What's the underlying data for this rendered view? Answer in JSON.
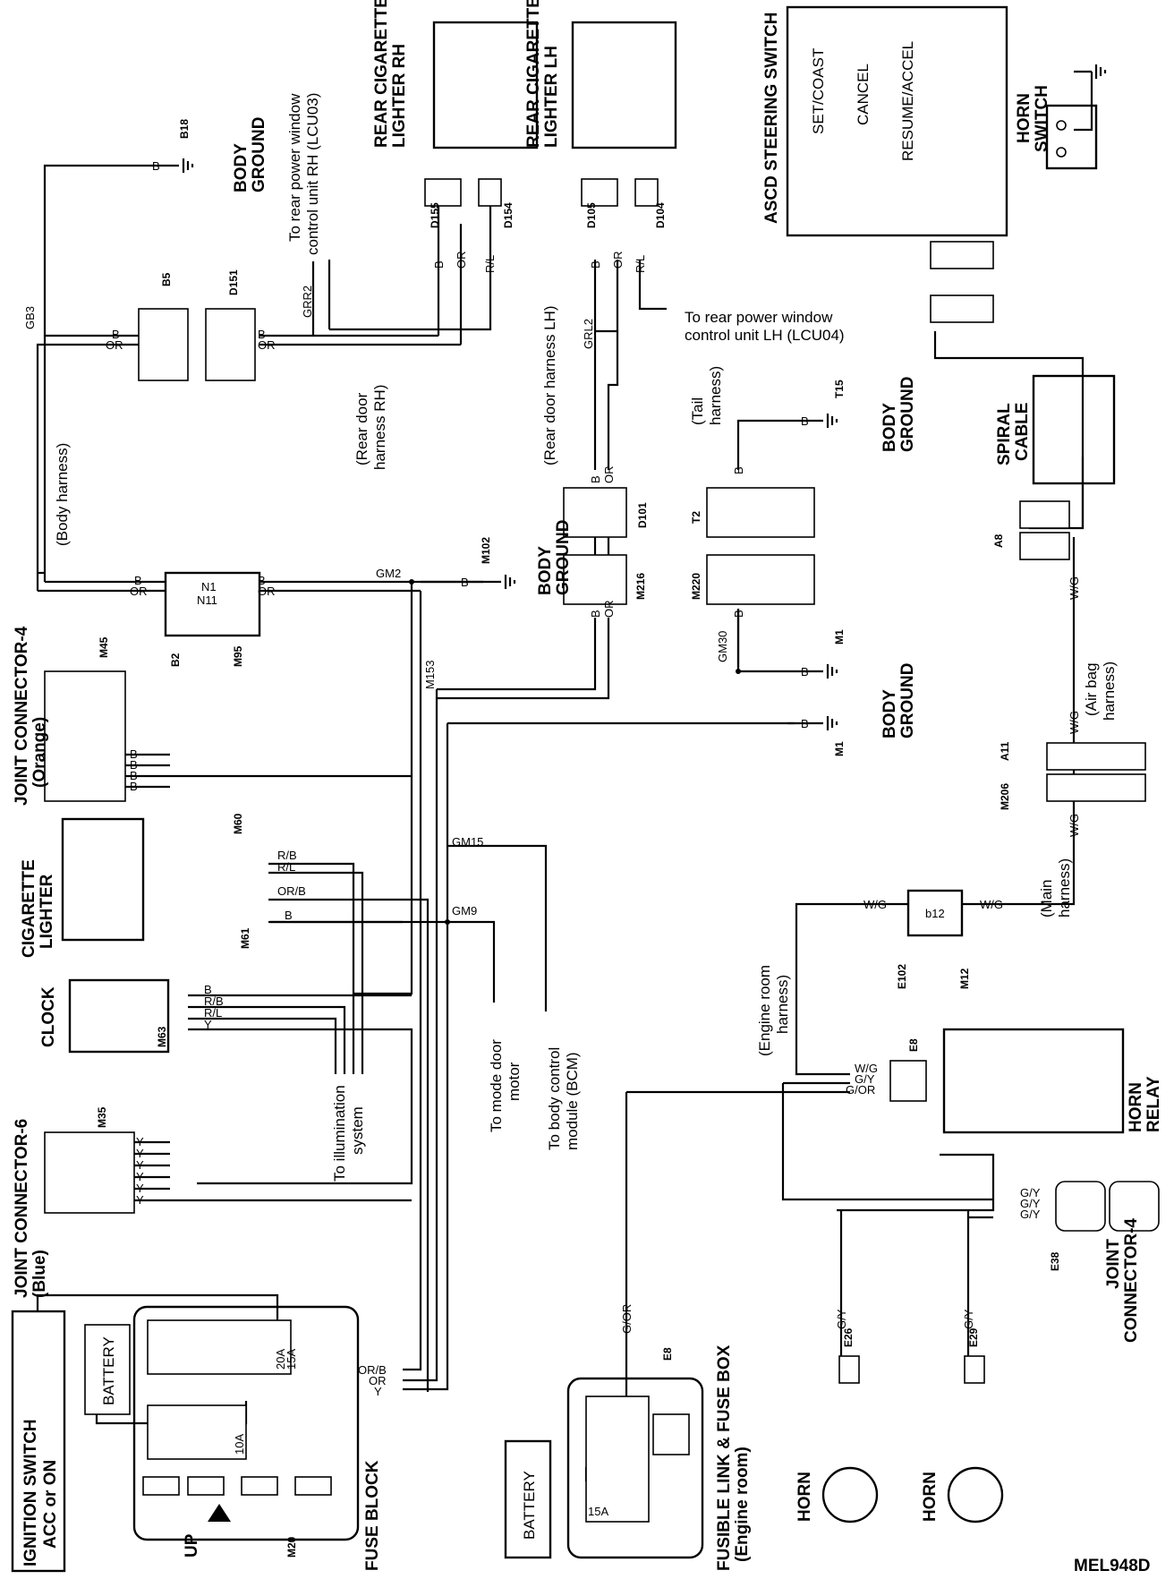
{
  "labels": {
    "ignition_switch": "IGNITION SWITCH",
    "ignition_switch_sub": "ACC or ON",
    "battery_left": "BATTERY",
    "fuse_block": "FUSE BLOCK",
    "fuse_20a": "20A",
    "fuse_15a": "15A",
    "fuse_10a": "10A",
    "up": "UP",
    "jc6": "JOINT CONNECTOR-6",
    "jc6_sub": "(Blue)",
    "clock": "CLOCK",
    "cigarette_lighter": "CIGARETTE",
    "cigarette_lighter_2": "LIGHTER",
    "jc4_orange": "JOINT CONNECTOR-4",
    "jc4_orange_sub": "(Orange)",
    "body_harness": "(Body harness)",
    "body_ground": "BODY",
    "body_ground_2": "GROUND",
    "n1": "N1",
    "n11": "N11",
    "to_illumination": "To illumination",
    "to_illumination_2": "system",
    "to_mode_door": "To mode door",
    "to_mode_door_2": "motor",
    "to_bcm": "To body control",
    "to_bcm_2": "module (BCM)",
    "rear_door_rh": "(Rear door",
    "rear_door_rh_2": "harness RH)",
    "rear_door_lh": "(Rear door harness LH)",
    "rear_pw_rh": "To rear power window",
    "rear_pw_rh_2": "control unit RH (LCU03)",
    "rear_pw_lh": "To rear power window",
    "rear_pw_lh_2": "control unit LH (LCU04)",
    "rear_cig_rh": "REAR CIGARETTE",
    "rear_cig_rh_2": "LIGHTER RH",
    "rear_cig_lh": "REAR CIGARETTE",
    "rear_cig_lh_2": "LIGHTER LH",
    "tail_harness": "(Tail",
    "tail_harness_2": "harness)",
    "ascd_switch": "ASCD STEERING SWITCH",
    "set_coast": "SET/COAST",
    "cancel": "CANCEL",
    "resume_accel": "RESUME/ACCEL",
    "horn_switch": "HORN",
    "horn_switch_2": "SWITCH",
    "spiral_cable": "SPIRAL",
    "spiral_cable_2": "CABLE",
    "air_bag_harness": "(Air bag",
    "air_bag_harness_2": "harness)",
    "main_harness": "(Main",
    "main_harness_2": "harness)",
    "engine_room_harness": "(Engine room",
    "engine_room_harness_2": "harness)",
    "b12": "b12",
    "horn_relay": "HORN",
    "horn_relay_2": "RELAY",
    "jc4_engine": "JOINT",
    "jc4_engine_2": "CONNECTOR-4",
    "fusible_link": "FUSIBLE LINK & FUSE BOX",
    "fusible_link_sub": "(Engine room)",
    "battery_right": "BATTERY",
    "fuse_15a_right": "15A",
    "horn_1": "HORN",
    "horn_2": "HORN",
    "diagram_code": "MEL948D"
  },
  "connectors": {
    "m20": "M20",
    "m35": "M35",
    "m63": "M63",
    "m61": "M61",
    "m60": "M60",
    "m45": "M45",
    "b2": "B2",
    "m95": "M95",
    "b5": "B5",
    "d151": "D151",
    "b18": "B18",
    "d155": "D155",
    "d154": "D154",
    "d105": "D105",
    "d104": "D104",
    "m102": "M102",
    "m216": "M216",
    "d101": "D101",
    "m220": "M220",
    "t2": "T2",
    "t15": "T15",
    "m1a": "M1",
    "m1b": "M1",
    "a8": "A8",
    "a11": "A11",
    "m206": "M206",
    "e102": "E102",
    "m12": "M12",
    "e8a": "E8",
    "e8b": "E8",
    "e38": "E38",
    "e26": "E26",
    "e29": "E29"
  },
  "wires": {
    "b": "B",
    "or": "OR",
    "rl": "R/L",
    "rb": "R/B",
    "y": "Y",
    "orb": "OR/B",
    "wg": "W/G",
    "gy": "G/Y",
    "gor": "G/OR",
    "gb3": "GB3",
    "grr2": "GRR2",
    "grl2": "GRL2",
    "gm2": "GM2",
    "gm153": "M153",
    "gm15": "GM15",
    "gm9": "GM9",
    "gm30": "GM30"
  }
}
